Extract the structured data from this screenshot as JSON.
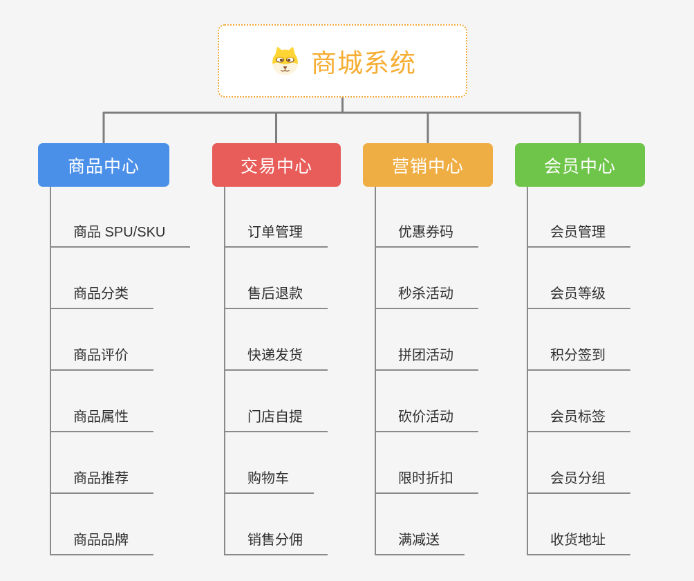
{
  "page": {
    "background_color": "#f5f5f6",
    "connector_color": "#7e7e7e"
  },
  "root": {
    "title": "商城系统",
    "icon": "shiba-dog-icon",
    "text_color": "#f6ad33",
    "border_color": "#f2a93b"
  },
  "branches": [
    {
      "label": "商品中心",
      "color": "#4b90e8",
      "items": [
        "商品 SPU/SKU",
        "商品分类",
        "商品评价",
        "商品属性",
        "商品推荐",
        "商品品牌"
      ]
    },
    {
      "label": "交易中心",
      "color": "#e85c59",
      "items": [
        "订单管理",
        "售后退款",
        "快递发货",
        "门店自提",
        "购物车",
        "销售分佣"
      ]
    },
    {
      "label": "营销中心",
      "color": "#efae43",
      "items": [
        "优惠券码",
        "秒杀活动",
        "拼团活动",
        "砍价活动",
        "限时折扣",
        "满减送"
      ]
    },
    {
      "label": "会员中心",
      "color": "#6ec549",
      "items": [
        "会员管理",
        "会员等级",
        "积分签到",
        "会员标签",
        "会员分组",
        "收货地址"
      ]
    }
  ]
}
